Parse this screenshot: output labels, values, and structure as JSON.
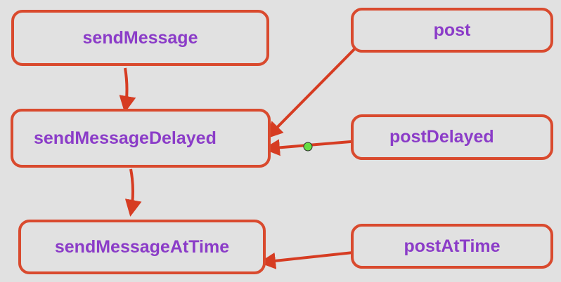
{
  "nodes": {
    "sendMessage": "sendMessage",
    "post": "post",
    "sendMessageDelayed": "sendMessageDelayed",
    "postDelayed": "postDelayed",
    "sendMessageAtTime": "sendMessageAtTime",
    "postAtTime": "postAtTime"
  },
  "edges": [
    {
      "from": "sendMessage",
      "to": "sendMessageDelayed"
    },
    {
      "from": "post",
      "to": "sendMessageDelayed"
    },
    {
      "from": "postDelayed",
      "to": "sendMessageDelayed"
    },
    {
      "from": "sendMessageDelayed",
      "to": "sendMessageAtTime"
    },
    {
      "from": "postAtTime",
      "to": "sendMessageAtTime"
    }
  ],
  "colors": {
    "box_border": "#d94a2e",
    "label": "#8b3cc8",
    "arrow": "#d63c22",
    "background": "#e1e1e1",
    "handle_blue": "#3b7fd1",
    "handle_green": "#66dd44"
  }
}
